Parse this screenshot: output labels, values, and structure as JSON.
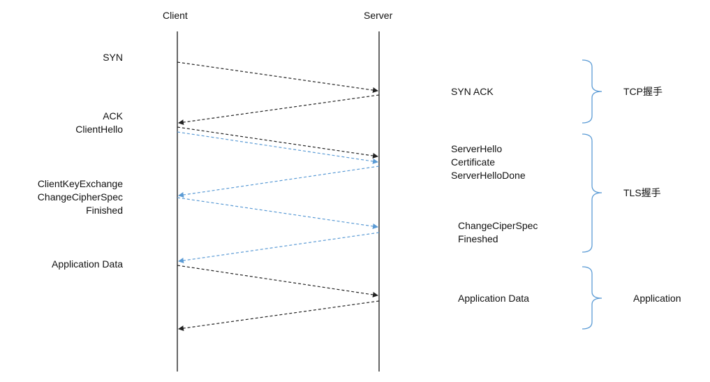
{
  "headers": {
    "client": "Client",
    "server": "Server"
  },
  "client_labels": {
    "syn": "SYN",
    "ack_hello": [
      "ACK",
      "ClientHello"
    ],
    "key_exchange": [
      "ClientKeyExchange",
      "ChangeCipherSpec",
      "Finished"
    ],
    "app_data": "Application Data"
  },
  "server_labels": {
    "syn_ack": "SYN ACK",
    "server_hello": [
      "ServerHello",
      "Certificate",
      "ServerHelloDone"
    ],
    "change_cipher": [
      "ChangeCiperSpec",
      "Fineshed"
    ],
    "app_data": "Application Data"
  },
  "phases": {
    "tcp": "TCP握手",
    "tls": "TLS握手",
    "app": "Application"
  },
  "colors": {
    "line": "#000000",
    "black_arrow": "#222222",
    "blue_arrow": "#5b9bd5",
    "brace": "#5b9bd5"
  }
}
